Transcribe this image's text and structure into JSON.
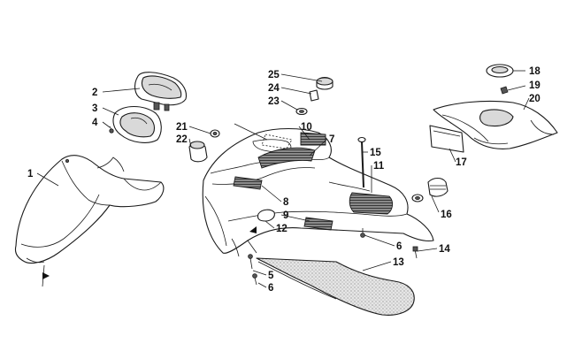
{
  "callouts": [
    {
      "id": "c1",
      "text": "1"
    },
    {
      "id": "c2",
      "text": "2"
    },
    {
      "id": "c3",
      "text": "3"
    },
    {
      "id": "c4",
      "text": "4"
    },
    {
      "id": "c5",
      "text": "5"
    },
    {
      "id": "c6a",
      "text": "6"
    },
    {
      "id": "c6b",
      "text": "6"
    },
    {
      "id": "c7",
      "text": "7"
    },
    {
      "id": "c8",
      "text": "8"
    },
    {
      "id": "c9",
      "text": "9"
    },
    {
      "id": "c10",
      "text": "10"
    },
    {
      "id": "c11",
      "text": "11"
    },
    {
      "id": "c12",
      "text": "12"
    },
    {
      "id": "c13",
      "text": "13"
    },
    {
      "id": "c14",
      "text": "14"
    },
    {
      "id": "c15",
      "text": "15"
    },
    {
      "id": "c16",
      "text": "16"
    },
    {
      "id": "c17",
      "text": "17"
    },
    {
      "id": "c18",
      "text": "18"
    },
    {
      "id": "c19",
      "text": "19"
    },
    {
      "id": "c20",
      "text": "20"
    },
    {
      "id": "c21",
      "text": "21"
    },
    {
      "id": "c22",
      "text": "22"
    },
    {
      "id": "c23",
      "text": "23"
    },
    {
      "id": "c24",
      "text": "24"
    },
    {
      "id": "c25",
      "text": "25"
    }
  ]
}
